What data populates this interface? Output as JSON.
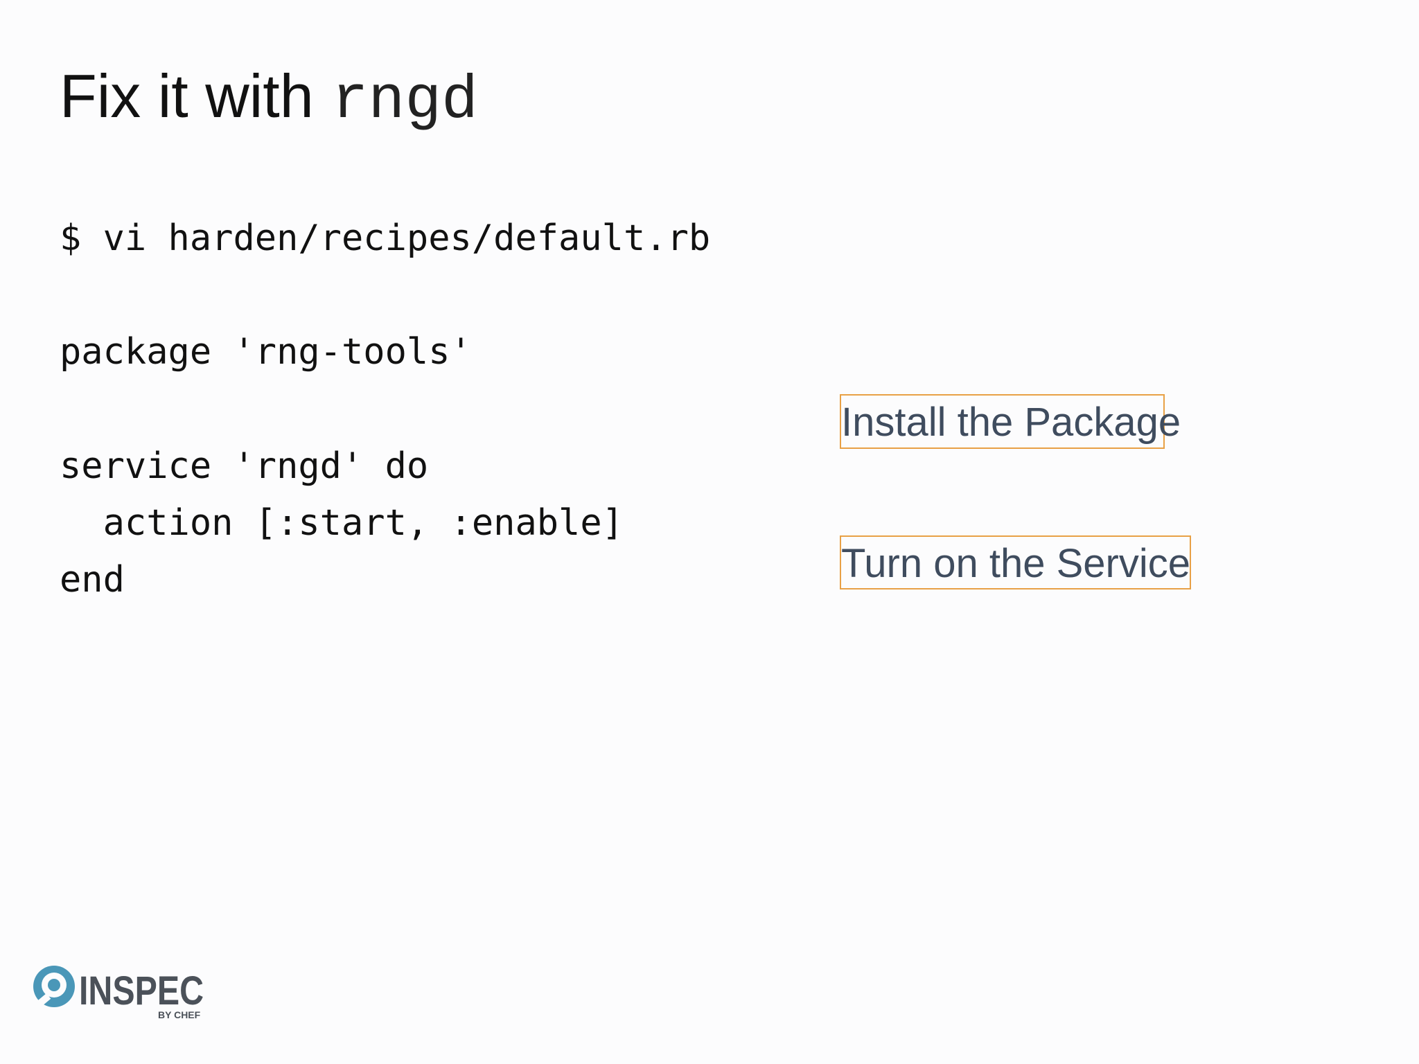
{
  "slide": {
    "title_text": "Fix it with",
    "title_code": "rngd",
    "code": {
      "command": "$ vi harden/recipes/default.rb",
      "line1": "package 'rng-tools'",
      "line2": "service 'rngd' do",
      "line3": "  action [:start, :enable]",
      "line4": "end"
    },
    "annotations": {
      "install": "Install the Package",
      "service": "Turn on the Service"
    },
    "logo": {
      "name": "INSPEC",
      "byline": "BY CHEF"
    },
    "colors": {
      "callout_border": "#e8a045",
      "callout_text": "#3f4c5e",
      "logo_blue": "#4a97b8",
      "logo_gray": "#4b5159"
    }
  }
}
